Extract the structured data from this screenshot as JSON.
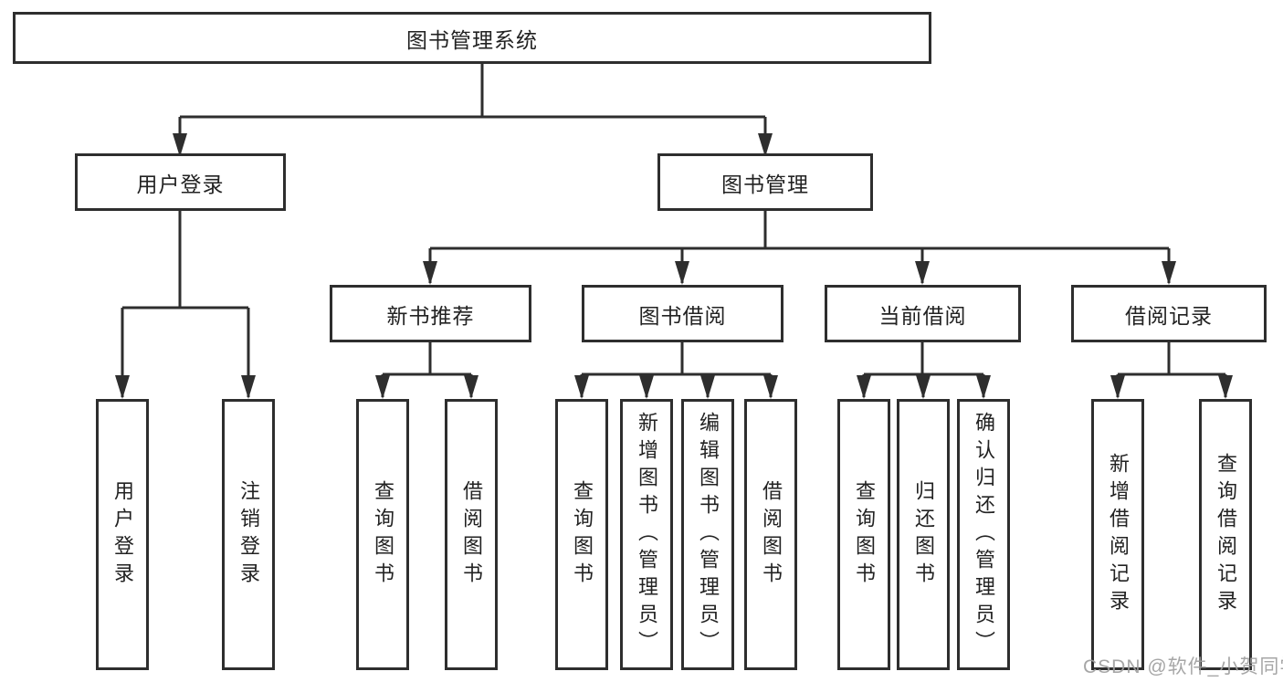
{
  "colors": {
    "ink": "#2e2e2e",
    "background": "#ffffff",
    "watermark_gray": "#9e9e9e"
  },
  "tree": {
    "root": {
      "label": "图书管理系统"
    },
    "branches": [
      {
        "label": "用户登录",
        "leaves": [
          "用户登录",
          "注销登录"
        ]
      },
      {
        "label": "图书管理",
        "groups": [
          {
            "label": "新书推荐",
            "leaves": [
              "查询图书",
              "借阅图书"
            ]
          },
          {
            "label": "图书借阅",
            "leaves": [
              "查询图书",
              "新增图书（管理员）",
              "编辑图书（管理员）",
              "借阅图书"
            ]
          },
          {
            "label": "当前借阅",
            "leaves": [
              "查询图书",
              "归还图书",
              "确认归还（管理员）"
            ]
          },
          {
            "label": "借阅记录",
            "leaves": [
              "新增借阅记录",
              "查询借阅记录"
            ]
          }
        ]
      }
    ]
  },
  "watermark": "CSDN @软件_小贺同学"
}
